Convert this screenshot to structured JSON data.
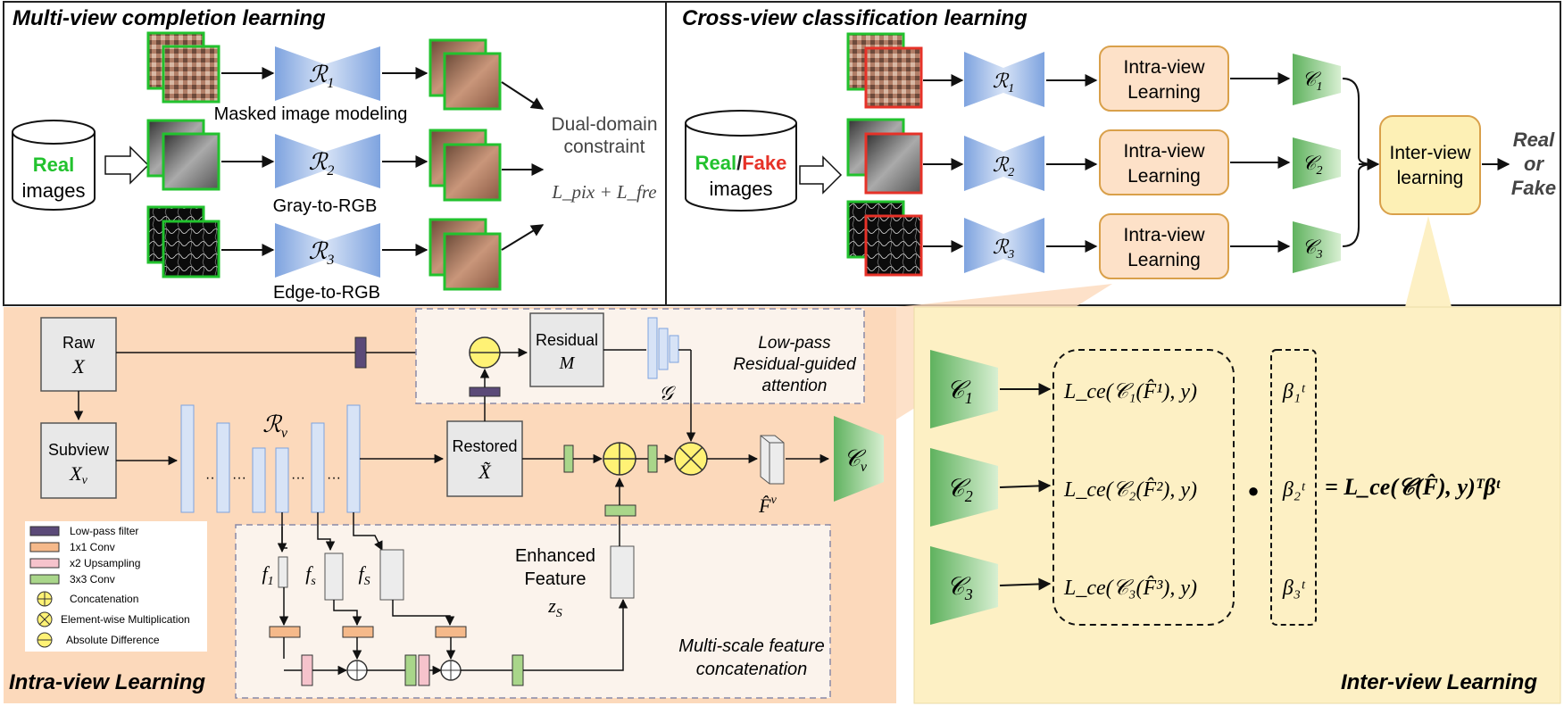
{
  "panels": {
    "completion_title": "Multi-view completion learning",
    "classification_title": "Cross-view classification learning",
    "intra_title": "Intra-view Learning",
    "inter_title": "Inter-view Learning"
  },
  "completion": {
    "db_line1": "Real",
    "db_line2": "images",
    "captions": [
      "Masked  image modeling",
      "Gray-to-RGB",
      "Edge-to-RGB"
    ],
    "recon_labels": [
      "ℛ",
      "ℛ",
      "ℛ"
    ],
    "recon_subs": [
      "1",
      "2",
      "3"
    ],
    "constraint_line1": "Dual-domain",
    "constraint_line2": "constraint",
    "loss_formula": "L_pix + L_fre"
  },
  "classification": {
    "db_real": "Real",
    "db_sep": "/",
    "db_fake": "Fake",
    "db_line2": "images",
    "intra_line1": "Intra-view",
    "intra_line2": "Learning",
    "classifier_symbol": "𝒞",
    "classifier_subs": [
      "1",
      "2",
      "3"
    ],
    "inter_line1": "Inter-view",
    "inter_line2": "learning",
    "output_line1": "Real",
    "output_line2": "or",
    "output_line3": "Fake"
  },
  "intra": {
    "raw_line1": "Raw",
    "raw_line2": "X",
    "subview_line1": "Subview",
    "subview_line2": "X",
    "subview_sub": "v",
    "residual_line1": "Residual",
    "residual_line2": "M",
    "restored_line1": "Restored",
    "restored_line2": "X̃",
    "G_label": "𝒢",
    "attention_line1": "Low-pass",
    "attention_line2": "Residual-guided",
    "attention_line3": "attention",
    "Rv": "ℛ",
    "Rv_sub": "v",
    "dots": "···",
    "Fv": "F̂",
    "Fv_sup": "v",
    "Cv": "𝒞",
    "Cv_sub": "v",
    "f1": "f",
    "f1_sub": "1",
    "fs": "f",
    "fs_sub": "s",
    "fS": "f",
    "fS_sub": "S",
    "enh_line1": "Enhanced",
    "enh_line2": "Feature",
    "enh_line3": "z",
    "enh_sub": "S",
    "msfc_line1": "Multi-scale feature",
    "msfc_line2": "concatenation",
    "legend": [
      {
        "label": "Low-pass filter",
        "color": "#5b4a78"
      },
      {
        "label": "1x1 Conv",
        "color": "#f5b98a"
      },
      {
        "label": "x2 Upsampling",
        "color": "#f6c3cc"
      },
      {
        "label": "3x3 Conv",
        "color": "#a9d68a"
      },
      {
        "label": "Concatenation",
        "color": "#fff275"
      },
      {
        "label": "Element-wise Multiplication",
        "color": "#fff275"
      },
      {
        "label": "Absolute Difference",
        "color": "#fff275"
      }
    ]
  },
  "inter": {
    "rows": [
      {
        "cls_sub": "1",
        "loss": "L_ce(𝒞₁(F̂¹), y)",
        "beta": "β₁ᵗ"
      },
      {
        "cls_sub": "2",
        "loss": "L_ce(𝒞₂(F̂²), y)",
        "beta": "β₂ᵗ"
      },
      {
        "cls_sub": "3",
        "loss": "L_ce(𝒞₃(F̂³), y)",
        "beta": "β₃ᵗ"
      }
    ],
    "bullet": "●",
    "result": "= L_ce(𝒞(F̂), y)ᵀβᵗ"
  },
  "colors": {
    "real_green": "#22c22e",
    "fake_red": "#e63228",
    "recon_blue": "#8fb0e3",
    "classifier_green": "#7cc47b",
    "intra_box_fill": "#fde1c8",
    "intra_box_stroke": "#d9a04a",
    "inter_box_fill": "#fdf0b5",
    "intra_bg": "#fcd9bb",
    "inter_bg": "#fdf0c4"
  }
}
